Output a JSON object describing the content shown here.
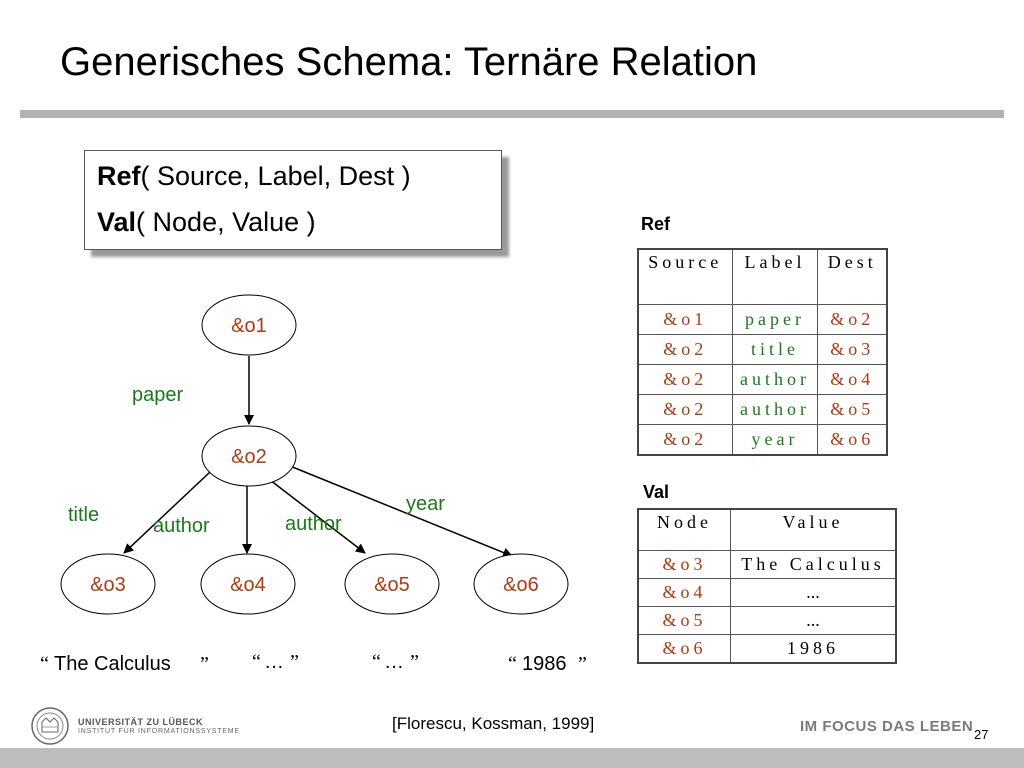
{
  "slide": {
    "title": "Generisches Schema: Ternäre Relation",
    "page_number": "27",
    "citation": "[Florescu, Kossman, 1999]"
  },
  "schema": {
    "ref_keyword": "Ref",
    "ref_signature": "( Source, Label, Dest )",
    "val_keyword": "Val",
    "val_signature": "( Node, Value )"
  },
  "graph": {
    "nodes": [
      "&o1",
      "&o2",
      "&o3",
      "&o4",
      "&o5",
      "&o6"
    ],
    "edges": {
      "paper": "paper",
      "title": "title",
      "author1": "author",
      "author2": "author",
      "year": "year"
    },
    "values": {
      "o3": "The Calculus",
      "o4": "…",
      "o5": "…",
      "o6": "1986"
    },
    "open_quote": "“",
    "close_quote": "”"
  },
  "ref_table": {
    "caption": "Ref",
    "headers": [
      "Source",
      "Label",
      "Dest"
    ],
    "rows": [
      [
        "&o1",
        "paper",
        "&o2"
      ],
      [
        "&o2",
        "title",
        "&o3"
      ],
      [
        "&o2",
        "author",
        "&o4"
      ],
      [
        "&o2",
        "author",
        "&o5"
      ],
      [
        "&o2",
        "year",
        "&o6"
      ]
    ]
  },
  "val_table": {
    "caption": "Val",
    "headers": [
      "Node",
      "Value"
    ],
    "rows": [
      [
        "&o3",
        "The Calculus"
      ],
      [
        "&o4",
        "..."
      ],
      [
        "&o5",
        "..."
      ],
      [
        "&o6",
        "1986"
      ]
    ]
  },
  "footer": {
    "university": "UNIVERSITÄT ZU LÜBECK",
    "institute": "INSTITUT FÜR INFORMATIONSSYSTEME",
    "slogan": "IM FOCUS DAS LEBEN"
  },
  "colors": {
    "node_text": "#b03a10",
    "edge_text": "#1a7a1a",
    "title_rule": "#b3b3b3",
    "bottom_bar": "#bdbdbd"
  }
}
